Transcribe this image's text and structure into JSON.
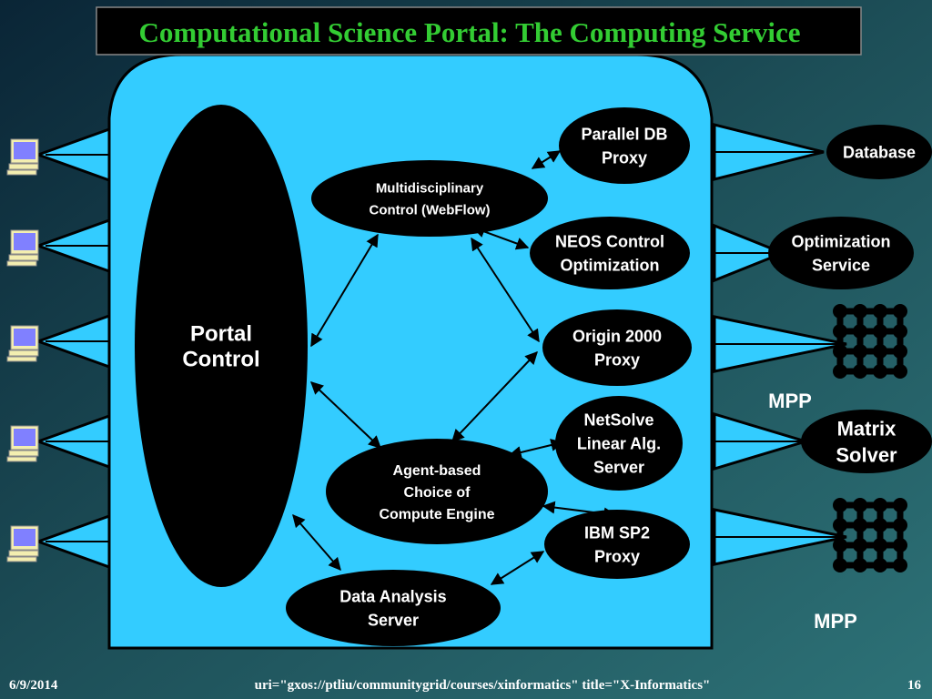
{
  "title": "Computational Science Portal: The Computing Service",
  "nodes": {
    "portal_control": [
      "Portal",
      "Control"
    ],
    "multidisciplinary": [
      "Multidisciplinary",
      "Control (WebFlow)"
    ],
    "parallel_db": [
      "Parallel DB",
      "Proxy"
    ],
    "neos": [
      "NEOS Control",
      "Optimization"
    ],
    "origin": [
      "Origin 2000",
      "Proxy"
    ],
    "netsolve": [
      "NetSolve",
      "Linear Alg.",
      "Server"
    ],
    "agent": [
      "Agent-based",
      "Choice of",
      "Compute Engine"
    ],
    "ibm": [
      "IBM SP2",
      "Proxy"
    ],
    "data_analysis": [
      "Data Analysis",
      "Server"
    ],
    "database": [
      "Database"
    ],
    "optimization": [
      "Optimization",
      "Service"
    ],
    "matrix": [
      "Matrix",
      "Solver"
    ]
  },
  "labels": {
    "mpp_1": "MPP",
    "mpp_2": "MPP"
  },
  "footer": {
    "date": "6/9/2014",
    "uri": "uri=\"gxos://ptliu/communitygrid/courses/xinformatics\" title=\"X-Informatics\"",
    "page": "16"
  },
  "colors": {
    "portal_fill": "#33ccff",
    "title_text": "#33cc33",
    "node_fill": "#000000"
  }
}
